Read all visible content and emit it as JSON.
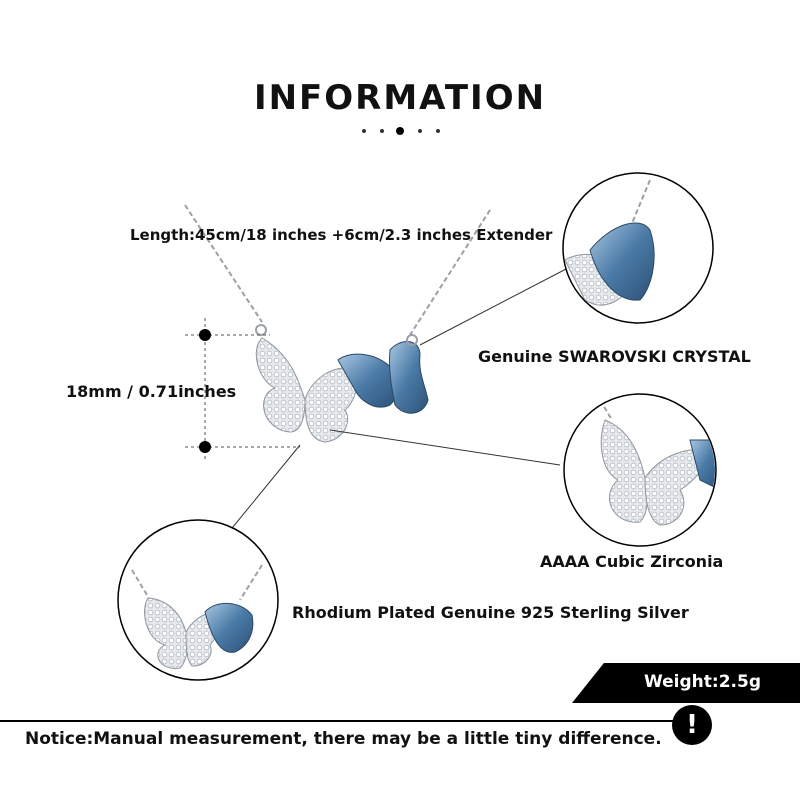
{
  "header": {
    "title": "INFORMATION"
  },
  "labels": {
    "length": "Length:45cm/18 inches +6cm/2.3 inches Extender",
    "height": "18mm / 0.71inches",
    "crystal": "Genuine SWAROVSKI CRYSTAL",
    "zirconia": "AAAA Cubic Zirconia",
    "silver": "Rhodium Plated Genuine 925 Sterling Silver",
    "weight": "Weight:2.5g"
  },
  "notice": {
    "text": "Notice:Manual measurement, there may be a little tiny difference.",
    "icon": "exclamation-icon",
    "icon_glyph": "!"
  },
  "colors": {
    "crystal": "#3e6f9c",
    "crystal_light": "#9fc0df",
    "silver": "#d9dde2",
    "badge": "#000000"
  }
}
